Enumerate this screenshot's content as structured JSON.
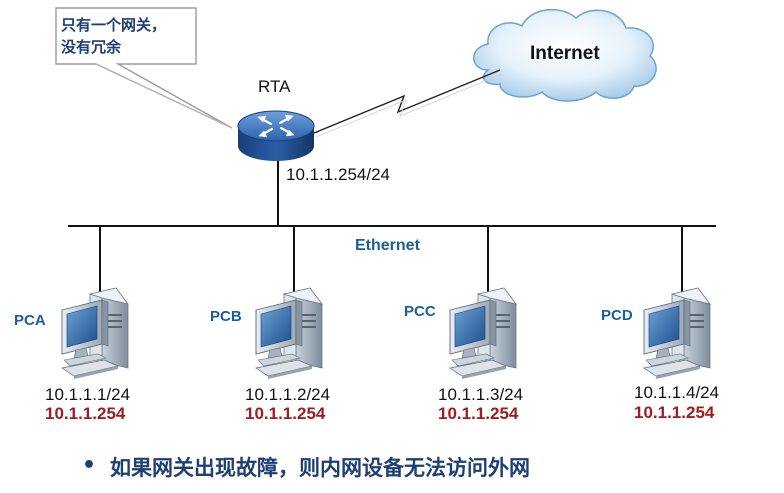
{
  "callout": {
    "line1": "只有一个网关，",
    "line2": "没有冗余"
  },
  "cloud": {
    "label": "Internet"
  },
  "router": {
    "name": "RTA",
    "ip": "10.1.1.254/24"
  },
  "network": {
    "label": "Ethernet"
  },
  "pcs": [
    {
      "name": "PCA",
      "ip": "10.1.1.1/24",
      "gateway": "10.1.1.254"
    },
    {
      "name": "PCB",
      "ip": "10.1.1.2/24",
      "gateway": "10.1.1.254"
    },
    {
      "name": "PCC",
      "ip": "10.1.1.3/24",
      "gateway": "10.1.1.254"
    },
    {
      "name": "PCD",
      "ip": "10.1.1.4/24",
      "gateway": "10.1.1.254"
    }
  ],
  "bullet": {
    "marker": "•",
    "text": "如果网关出现故障，则内网设备无法访问外网"
  },
  "colors": {
    "label_blue": "#1f5c9c",
    "gateway_red": "#a31b1b",
    "router_blue": "#1d4f91",
    "text_navy": "#1d3f73"
  },
  "icons": {
    "router": "router-icon",
    "cloud": "cloud-icon",
    "pc": "desktop-computer-icon",
    "link": "serial-link-icon"
  }
}
